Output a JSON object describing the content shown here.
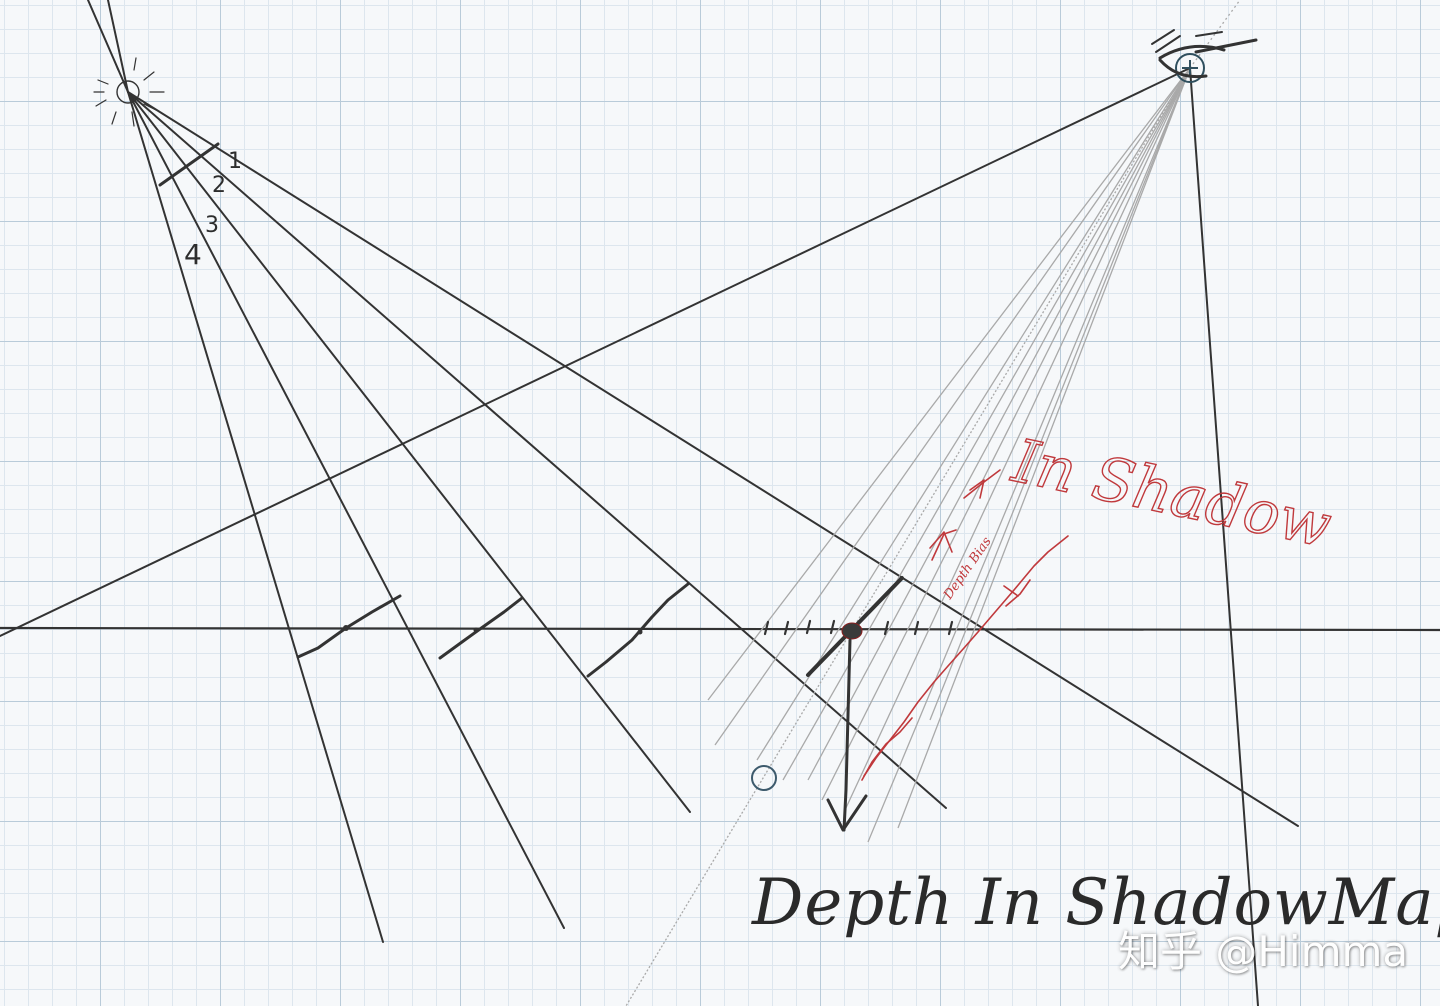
{
  "labels": {
    "depth_index_1": "1",
    "depth_index_2": "2",
    "depth_index_3": "3",
    "depth_index_4": "4",
    "in_shadow": "In Shadow",
    "depth_bias": "Depth Bias",
    "depth_in_shadow_map": "Depth In ShadowMap"
  },
  "watermark": "知乎 @Himma",
  "colors": {
    "ink": "#333333",
    "camera_ray": "#a9a9a9",
    "annotation_red": "#c0393c",
    "grid_major": "#b9cbd9",
    "grid_minor": "#dde6ee",
    "marker_circle": "#3d5a6c"
  }
}
